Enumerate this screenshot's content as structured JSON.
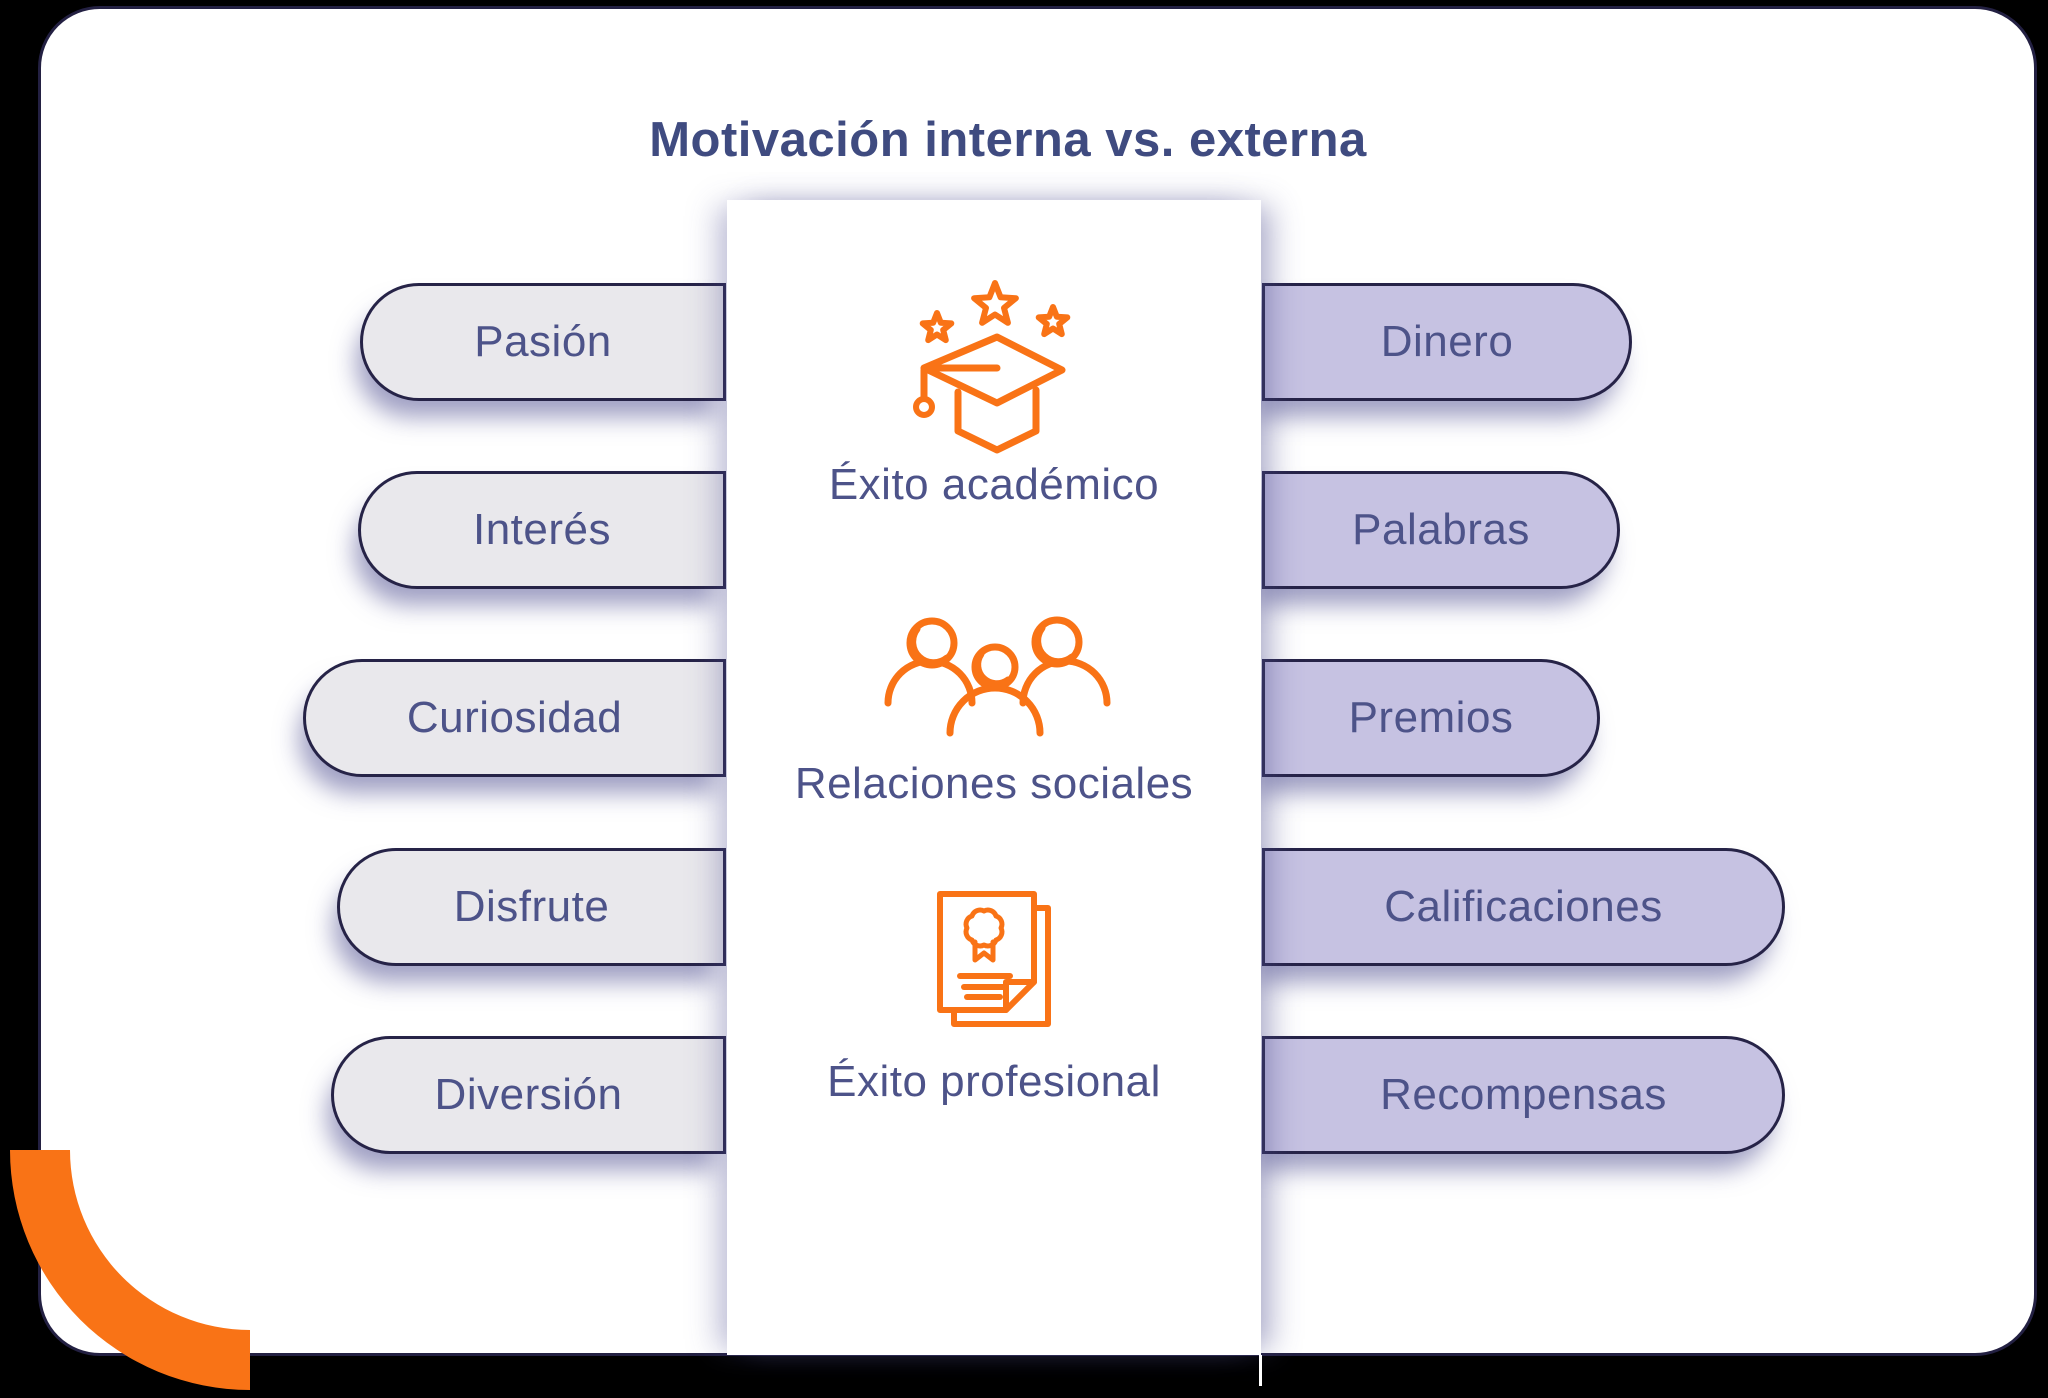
{
  "title": "Motivación interna vs. externa",
  "internal_factors": [
    "Pasión",
    "Interés",
    "Curiosidad",
    "Disfrute",
    "Diversión"
  ],
  "external_factors": [
    "Dinero",
    "Palabras",
    "Premios",
    "Calificaciones",
    "Recompensas"
  ],
  "center_items": [
    {
      "icon": "graduation-cap-with-stars-icon",
      "label": "Éxito académico"
    },
    {
      "icon": "people-group-icon",
      "label": "Relaciones sociales"
    },
    {
      "icon": "certificate-document-icon",
      "label": "Éxito profesional"
    }
  ],
  "decorations": {
    "corner_shape": "orange-quarter-ring"
  },
  "colors": {
    "background": "#000000",
    "card": "#ffffff",
    "card_border": "#232042",
    "internal_pill_fill": "#e9e8ec",
    "external_pill_fill": "#c6c2e2",
    "pill_border": "#262347",
    "pill_text": "#4d5389",
    "title_text": "#3f4b80",
    "accent_orange": "#f97316"
  }
}
